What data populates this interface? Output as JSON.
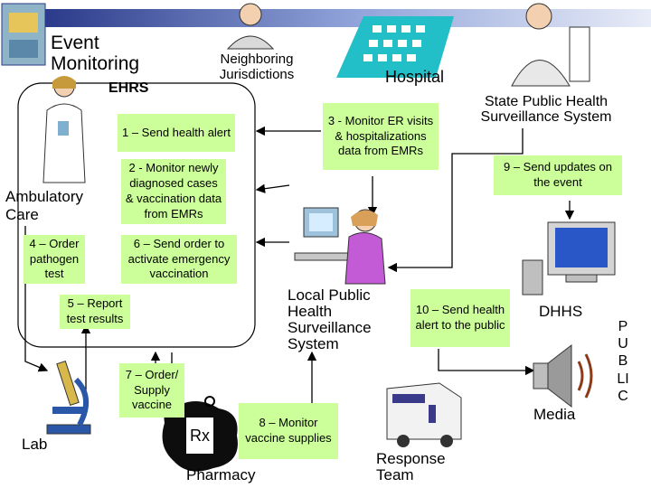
{
  "title": "Event Monitoring",
  "nodes": {
    "neighboring": "Neighboring Jurisdictions",
    "hospital": "Hospital",
    "ehrs": "EHRS",
    "state": "State Public Health Surveillance System",
    "ambulatory": "Ambulatory Care",
    "local": "Local Public Health Surveillance System",
    "dhhs": "DHHS",
    "media": "Media",
    "lab": "Lab",
    "pharmacy": "Pharmacy",
    "response": "Response Team",
    "public": "PUBLIC"
  },
  "steps": {
    "s1": "1 – Send health alert",
    "s2": "2 - Monitor newly diagnosed cases & vaccination data from EMRs",
    "s3": "3 - Monitor ER visits & hospitalizations data from EMRs",
    "s4": "4 – Order pathogen test",
    "s5": "5 – Report test results",
    "s6": "6 – Send order to activate emergency vaccination",
    "s7": "7 – Order/ Supply vaccine",
    "s8": "8 – Monitor vaccine supplies",
    "s9": "9 – Send updates on the event",
    "s10": "10 – Send health alert to the public"
  },
  "colors": {
    "box_fill": "#ccff99",
    "arrow": "#000000",
    "title_bar": "#2b3a8a"
  }
}
